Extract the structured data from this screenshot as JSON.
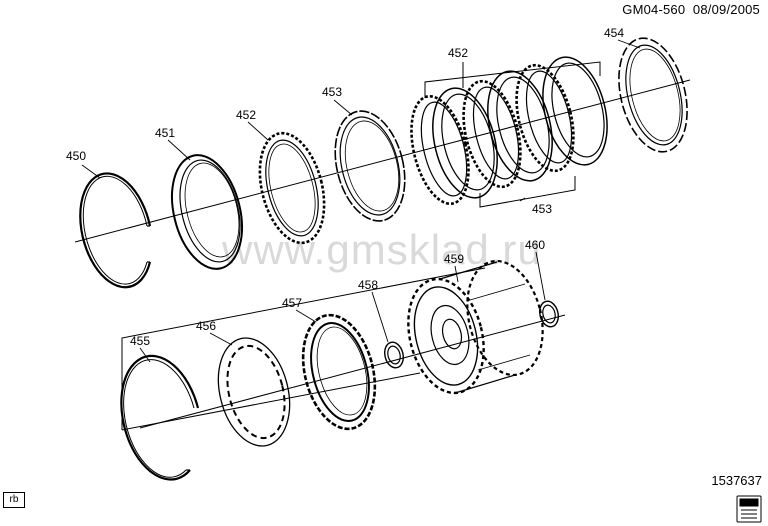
{
  "header": {
    "code": "GM04-560",
    "date": "08/09/2005"
  },
  "reference_number": "1537637",
  "watermark": "www.gmsklad.ru",
  "badge": "rb",
  "parts": [
    {
      "id": "450"
    },
    {
      "id": "451"
    },
    {
      "id": "452"
    },
    {
      "id": "452"
    },
    {
      "id": "453"
    },
    {
      "id": "453"
    },
    {
      "id": "454"
    },
    {
      "id": "455"
    },
    {
      "id": "456"
    },
    {
      "id": "457"
    },
    {
      "id": "458"
    },
    {
      "id": "459"
    },
    {
      "id": "460"
    }
  ],
  "colors": {
    "line": "#000000",
    "watermark": "#d9d9d9",
    "background": "#ffffff"
  },
  "icons": [
    "book-icon"
  ]
}
